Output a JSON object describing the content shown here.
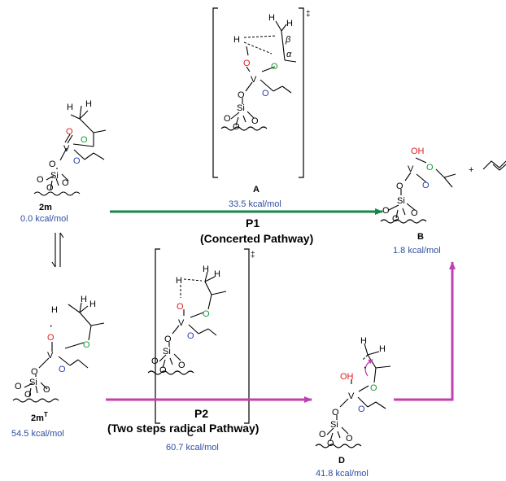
{
  "colors": {
    "oxygen_red": "#e02020",
    "oxygen_green": "#1a9a3a",
    "oxygen_blue": "#2a3fb0",
    "energy_text": "#2f4ea0",
    "p1_arrow": "#17864a",
    "p2_arrow": "#c040b0"
  },
  "compounds": {
    "m2": {
      "label": "2m",
      "energy": "0.0 kcal/mol"
    },
    "m2T": {
      "label": "2m",
      "label_sup": "T",
      "energy": "54.5 kcal/mol"
    },
    "A": {
      "label": "A",
      "energy": "33.5 kcal/mol"
    },
    "B": {
      "label": "B",
      "energy": "1.8 kcal/mol"
    },
    "C": {
      "label": "C",
      "energy": "60.7 kcal/mol"
    },
    "D": {
      "label": "D",
      "energy": "41.8 kcal/mol"
    }
  },
  "pathways": {
    "p1": {
      "name": "P1",
      "desc": "(Concerted Pathway)"
    },
    "p2": {
      "name": "P2",
      "desc": "(Two steps radical Pathway)"
    }
  },
  "atoms": {
    "H": "H",
    "O": "O",
    "OH": "OH",
    "V": "V",
    "Si": "Si",
    "alpha": "α",
    "beta": "β",
    "ts": "‡",
    "plus": "+",
    "radical": "·"
  }
}
